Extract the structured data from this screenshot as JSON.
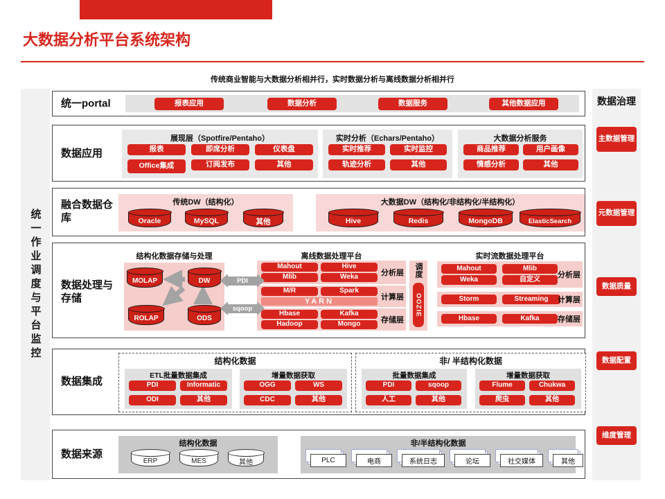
{
  "page": {
    "title": "大数据分析平台系统架构",
    "subtitle": "传统商业智能与大数据分析相并行，实时数据分析与离线数据分析相并行"
  },
  "left_rail": {
    "label": "统一作业调度与平台监控"
  },
  "right_rail": {
    "title": "数据治理",
    "items": [
      "主数据管理",
      "元数据管理",
      "数据质量",
      "数据配置",
      "维度管理"
    ]
  },
  "portal": {
    "label": "统一portal",
    "buttons": [
      "报表应用",
      "数据分析",
      "数据服务",
      "其他数据应用"
    ]
  },
  "app": {
    "label": "数据应用",
    "present": {
      "title": "展现层（Spotfire/Pentaho）",
      "buttons": [
        "报表",
        "即席分析",
        "仪表盘",
        "Office集成",
        "订阅发布",
        "其他"
      ]
    },
    "realtime": {
      "title": "实时分析（Echars/Pentaho）",
      "buttons": [
        "实时推荐",
        "实时监控",
        "轨迹分析",
        "其他"
      ]
    },
    "bigdata": {
      "title": "大数据分析服务",
      "buttons": [
        "商品推荐",
        "用户画像",
        "情感分析",
        "其他"
      ]
    }
  },
  "dw": {
    "label": "融合数据仓库",
    "traditional": {
      "title": "传统DW（结构化）",
      "dbs": [
        "Oracle",
        "MySQL",
        "其他"
      ]
    },
    "bigdata": {
      "title": "大数据DW（结构化/非结构化/半结构化）",
      "dbs": [
        "Hive",
        "Redis",
        "MongoDB",
        "ElasticSearch"
      ]
    }
  },
  "proc": {
    "label": "数据处理与存储",
    "structured": {
      "title": "结构化数据存储与处理",
      "molap": "MOLAP",
      "dw": "DW",
      "rolap": "ROLAP",
      "ods": "ODS"
    },
    "bridges": {
      "pdi": "PDI",
      "sqoop": "sqoop"
    },
    "offline": {
      "title": "离线数据处理平台",
      "analysis": [
        "Mahout",
        "Hive",
        "Mlib",
        "Weka"
      ],
      "compute": [
        "M/R",
        "Spark"
      ],
      "yarn": "YARN",
      "storage": [
        "Hbase",
        "Kafka",
        "Hadoop",
        "Mongo"
      ],
      "layer_labels": [
        "分析层",
        "计算层",
        "存储层"
      ],
      "scheduler_label": "调度",
      "scheduler": "OOZIE"
    },
    "stream": {
      "title": "实时流数据处理平台",
      "analysis": [
        "Mahout",
        "Mlib",
        "Weka",
        "自定义"
      ],
      "compute": [
        "Storm",
        "Streaming"
      ],
      "storage": [
        "Hbase",
        "Kafka"
      ],
      "layer_labels": [
        "分析层",
        "计算层",
        "存储层"
      ]
    }
  },
  "integration": {
    "label": "数据集成",
    "structured": {
      "title": "结构化数据",
      "etl": {
        "title": "ETL批量数据集成",
        "buttons": [
          "PDI",
          "Informatic",
          "ODI",
          "其他"
        ]
      },
      "incr": {
        "title": "增量数据获取",
        "buttons": [
          "OGG",
          "WS",
          "CDC",
          "其他"
        ]
      }
    },
    "unstructured": {
      "title": "非/ 半结构化数据",
      "batch": {
        "title": "批量数据集成",
        "buttons": [
          "PDI",
          "sqoop",
          "人工",
          "其他"
        ]
      },
      "incr": {
        "title": "增量数据获取",
        "buttons": [
          "Flume",
          "Chukwa",
          "爬虫",
          "其他"
        ]
      }
    }
  },
  "source": {
    "label": "数据来源",
    "structured": {
      "title": "结构化数据",
      "dbs": [
        "ERP",
        "MES",
        "其他"
      ]
    },
    "unstructured": {
      "title": "非/半结构化数据",
      "cards": [
        "PLC",
        "电商",
        "系统日志",
        "论坛",
        "社交媒体",
        "其他"
      ]
    }
  },
  "colors": {
    "accent_red": "#D7251D",
    "cylinder_red": "#CE2118",
    "pink_panel": "#F8D8D6",
    "pink_deep": "#F5CDCA",
    "yarn_bar": "#F08B82",
    "gray_arrow": "#A3A3A3",
    "panel_gray": "#E9E8E8",
    "source_gray": "#C9C9C9",
    "rail_gray": "#F1F1F1"
  }
}
